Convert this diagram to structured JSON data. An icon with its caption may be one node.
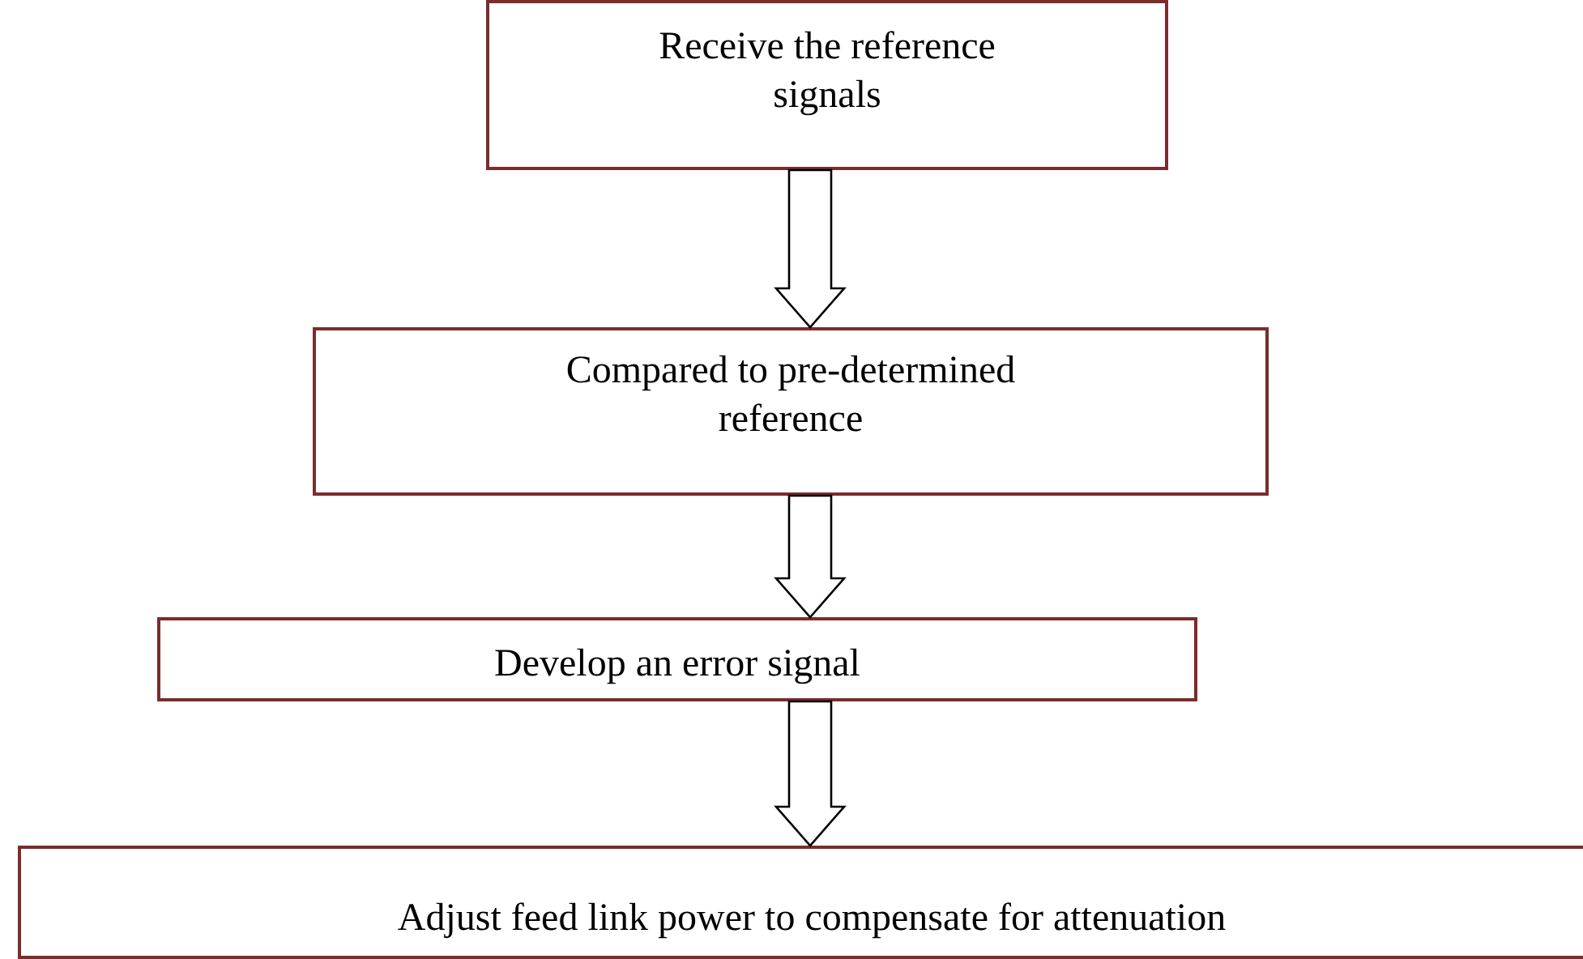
{
  "diagram": {
    "nodes": [
      {
        "text": [
          "Receive the reference signals"
        ]
      },
      {
        "text": [
          "Compared to pre-determined reference"
        ]
      },
      {
        "text": [
          "Develop an error signal"
        ]
      },
      {
        "text": [
          "Adjust feed link power to compensate for attenuation"
        ]
      }
    ],
    "edges": [
      {
        "from": 0,
        "to": 1,
        "arrow": "to"
      },
      {
        "from": 1,
        "to": 2,
        "arrow": "to"
      },
      {
        "from": 2,
        "to": 3,
        "arrow": "to"
      }
    ]
  }
}
